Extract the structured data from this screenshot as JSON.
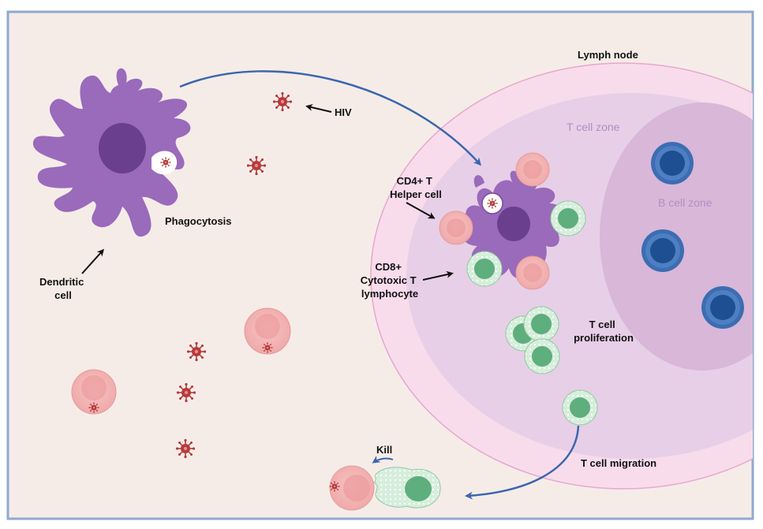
{
  "labels": {
    "lymph_node": "Lymph node",
    "t_cell_zone": "T cell zone",
    "b_cell_zone": "B cell zone",
    "hiv": "HIV",
    "phagocytosis": "Phagocytosis",
    "dendritic_cell": [
      "Dendritic",
      "cell"
    ],
    "cd4_helper": [
      "CD4+ T",
      "Helper cell"
    ],
    "cd8_cytotoxic": [
      "CD8+",
      "Cytotoxic T",
      "lymphocyte"
    ],
    "t_cell_proliferation": [
      "T cell",
      "proliferation"
    ],
    "t_cell_migration": "T cell migration",
    "kill": "Kill"
  },
  "colors": {
    "background": "#f5ece8",
    "frame_border": "#8ea9d1",
    "dendritic": "#9a6abb",
    "dendritic_nucleus": "#6a3f8e",
    "virus": "#b53a3a",
    "cd4_cell": "#f4b8b8",
    "cd8_cell": "#cfe9d6",
    "cd8_nucleus": "#5fae7e",
    "b_cell": "#3c6db2",
    "lymph_outer": "#f8dcec",
    "t_zone": "#e7cfe7",
    "b_zone": "#d8b7d9",
    "arrow_blue": "#3b66ad"
  }
}
